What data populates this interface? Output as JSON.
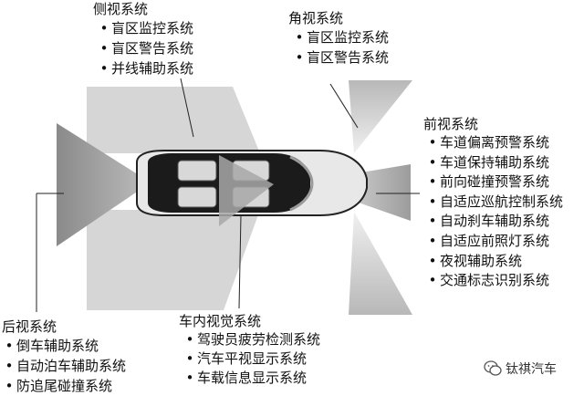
{
  "groups": {
    "side": {
      "title": "侧视系统",
      "items": [
        "盲区监控系统",
        "盲区警告系统",
        "并线辅助系统"
      ]
    },
    "corner": {
      "title": "角视系统",
      "items": [
        "盲区监控系统",
        "盲区警告系统"
      ]
    },
    "front": {
      "title": "前视系统",
      "items": [
        "车道偏离预警系统",
        "车道保持辅助系统",
        "前向碰撞预警系统",
        "自适应巡航控制系统",
        "自动刹车辅助系统",
        "自适应前照灯系统",
        "夜视辅助系统",
        "交通标志识别系统"
      ]
    },
    "rear": {
      "title": "后视系统",
      "items": [
        "倒车辅助系统",
        "自动泊车辅助系统",
        "防追尾碰撞系统"
      ]
    },
    "interior": {
      "title": "车内视觉系统",
      "items": [
        "驾驶员疲劳检测系统",
        "汽车平视显示系统",
        "车载信息显示系统"
      ]
    }
  },
  "watermark": {
    "text": "钛祺汽车",
    "icon": "wechat-icon"
  },
  "colors": {
    "cone": "#cfcfcf",
    "cone_dark": "#9a9a9a",
    "car_body": "#e6e6e6",
    "car_dark": "#1a1a1a",
    "interior_cone": "#b5b5b5"
  }
}
